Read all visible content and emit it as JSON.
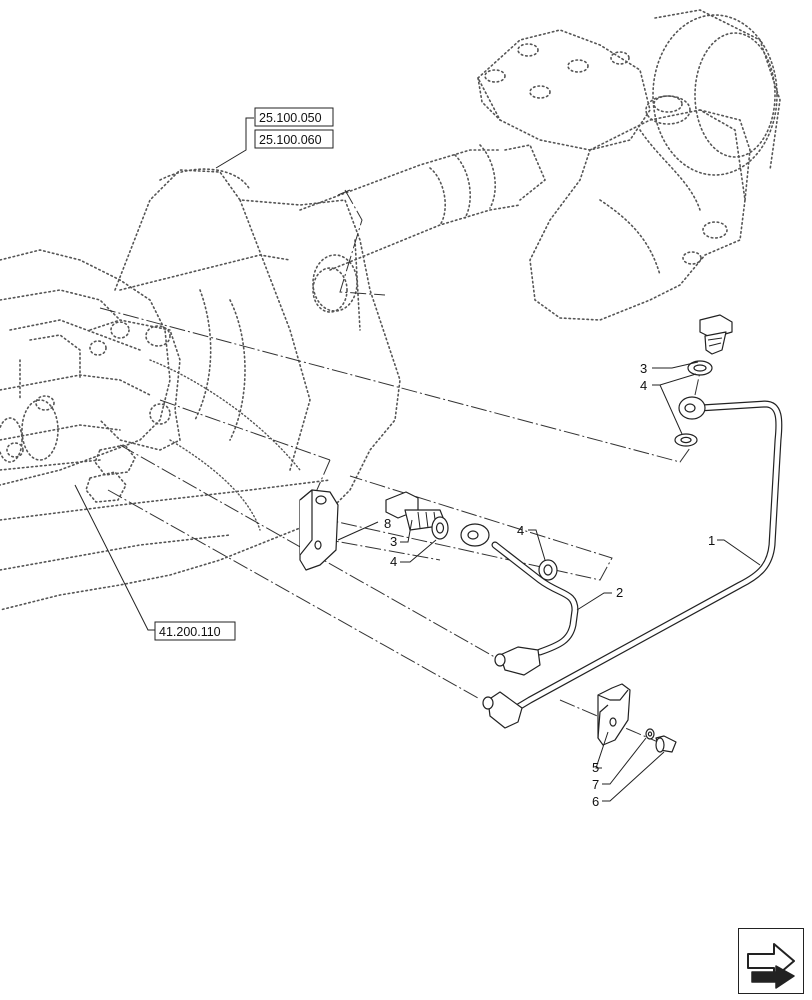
{
  "reference_labels": {
    "ref_top_1": "25.100.050",
    "ref_top_2": "25.100.060",
    "ref_left": "41.200.110"
  },
  "callouts": {
    "c1": "1",
    "c2": "2",
    "c3_right": "3",
    "c4_right": "4",
    "c8": "8",
    "c3_mid": "3",
    "c4_mid": "4",
    "c4_center": "4",
    "c5": "5",
    "c7": "7",
    "c6": "6"
  },
  "icons": {
    "navigation": "next-page-arrow-icon"
  },
  "colors": {
    "line": "#222222",
    "ghost": "#555555",
    "background": "#ffffff"
  }
}
